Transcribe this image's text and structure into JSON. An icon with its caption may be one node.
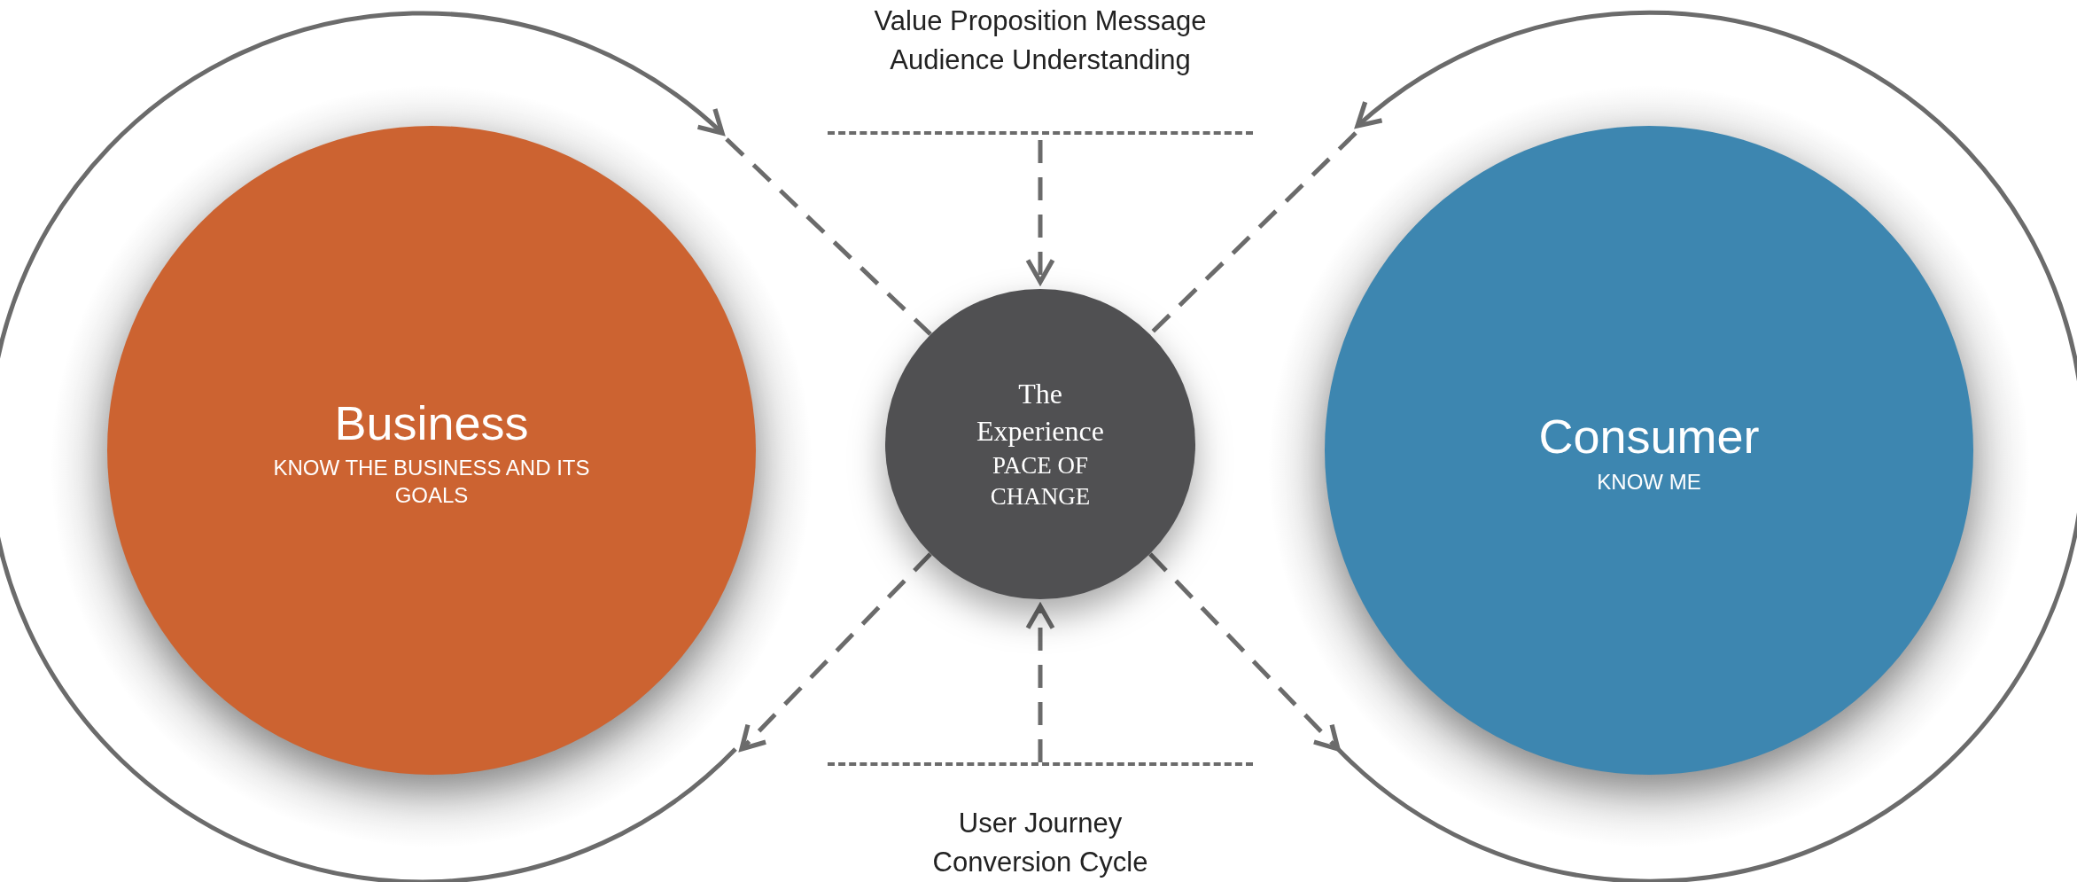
{
  "diagram": {
    "nodes": [
      {
        "text": [
          "Business",
          "KNOW THE BUSINESS AND ITS GOALS"
        ]
      },
      {
        "text": [
          "The Experience",
          "PACE OF CHANGE"
        ]
      },
      {
        "text": [
          "Consumer",
          "KNOW ME"
        ]
      },
      {
        "text": [
          "Value Proposition Message Audience Understanding"
        ]
      },
      {
        "text": [
          "User Journey Conversion Cycle"
        ]
      }
    ],
    "edges": [
      {
        "from": 3,
        "to": 1,
        "arrow": "to",
        "style": "dashed"
      },
      {
        "from": 4,
        "to": 1,
        "arrow": "to",
        "style": "dashed"
      },
      {
        "from": 1,
        "to": 0,
        "arrow": "to",
        "style": "dashed"
      },
      {
        "from": 0,
        "to": 1,
        "arrow": "none",
        "style": "dashed"
      },
      {
        "from": 1,
        "to": 2,
        "arrow": "to",
        "style": "dashed"
      },
      {
        "from": 2,
        "to": 1,
        "arrow": "none",
        "style": "dashed"
      }
    ]
  }
}
